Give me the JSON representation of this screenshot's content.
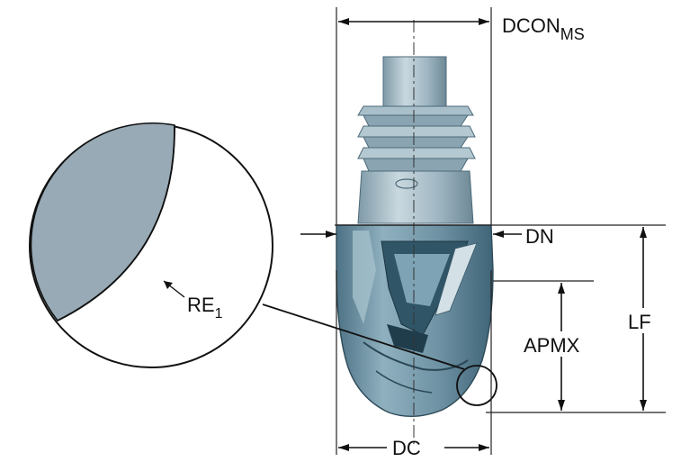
{
  "labels": {
    "dcon_main": "DCON",
    "dcon_sub": "MS",
    "dn": "DN",
    "lf": "LF",
    "apmx": "APMX",
    "dc": "DC",
    "re_main": "RE",
    "re_sub": "1"
  },
  "colors": {
    "tool_body": "#6f93a4",
    "tool_dark": "#3f6477",
    "tool_light": "#b8ccd6",
    "shank": "#9fb6c2",
    "detail_fill": "#97aab6",
    "line": "#111111"
  }
}
